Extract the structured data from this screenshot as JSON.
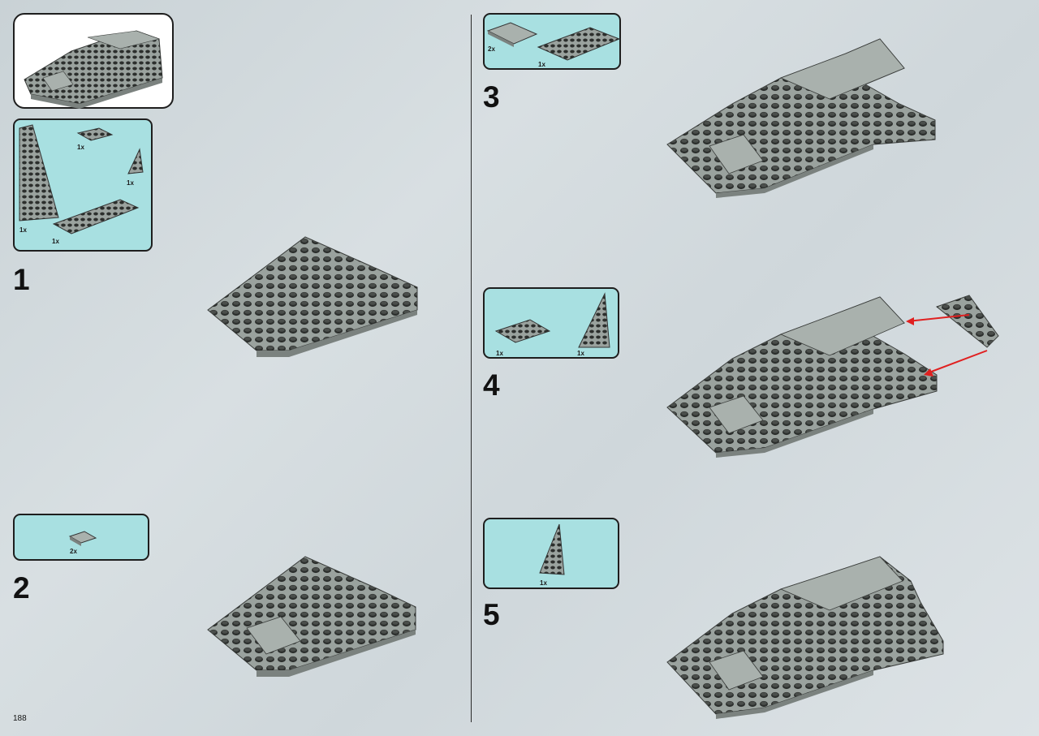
{
  "page_number": "188",
  "steps": [
    {
      "number": "1",
      "parts": [
        {
          "qty": "1x"
        },
        {
          "qty": "1x"
        },
        {
          "qty": "1x"
        },
        {
          "qty": "1x"
        }
      ]
    },
    {
      "number": "2",
      "parts": [
        {
          "qty": "2x"
        }
      ]
    },
    {
      "number": "3",
      "parts": [
        {
          "qty": "2x"
        },
        {
          "qty": "1x"
        }
      ]
    },
    {
      "number": "4",
      "parts": [
        {
          "qty": "1x"
        },
        {
          "qty": "1x"
        }
      ]
    },
    {
      "number": "5",
      "parts": [
        {
          "qty": "1x"
        }
      ]
    }
  ],
  "colors": {
    "callout": "#a8e0e1",
    "plate": "#9aa29e",
    "stud": "#2d302e",
    "arrow": "#e02020"
  }
}
